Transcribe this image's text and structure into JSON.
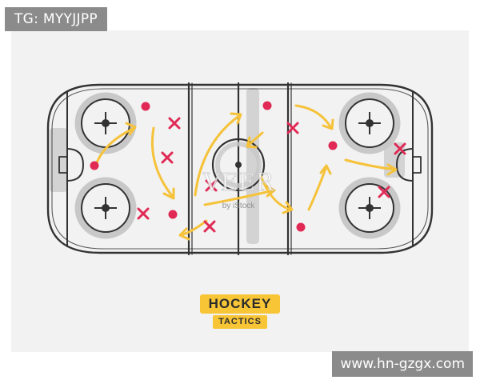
{
  "top_tag": "TG: MYYJJPP",
  "bottom_tag": "www.hn-gzgx.com",
  "watermark": {
    "main": "VEER",
    "sub": "by iStock"
  },
  "badge": {
    "title": "HOCKEY",
    "subtitle": "TACTICS"
  },
  "colors": {
    "line": "#333333",
    "shade": "#c8c8c8",
    "arrow": "#f5c23a",
    "player": "#e02a55",
    "background": "#f2f2f2"
  },
  "icons": {
    "player_dot": "circle",
    "opponent": "x-mark",
    "arrow": "curved-arrow"
  }
}
